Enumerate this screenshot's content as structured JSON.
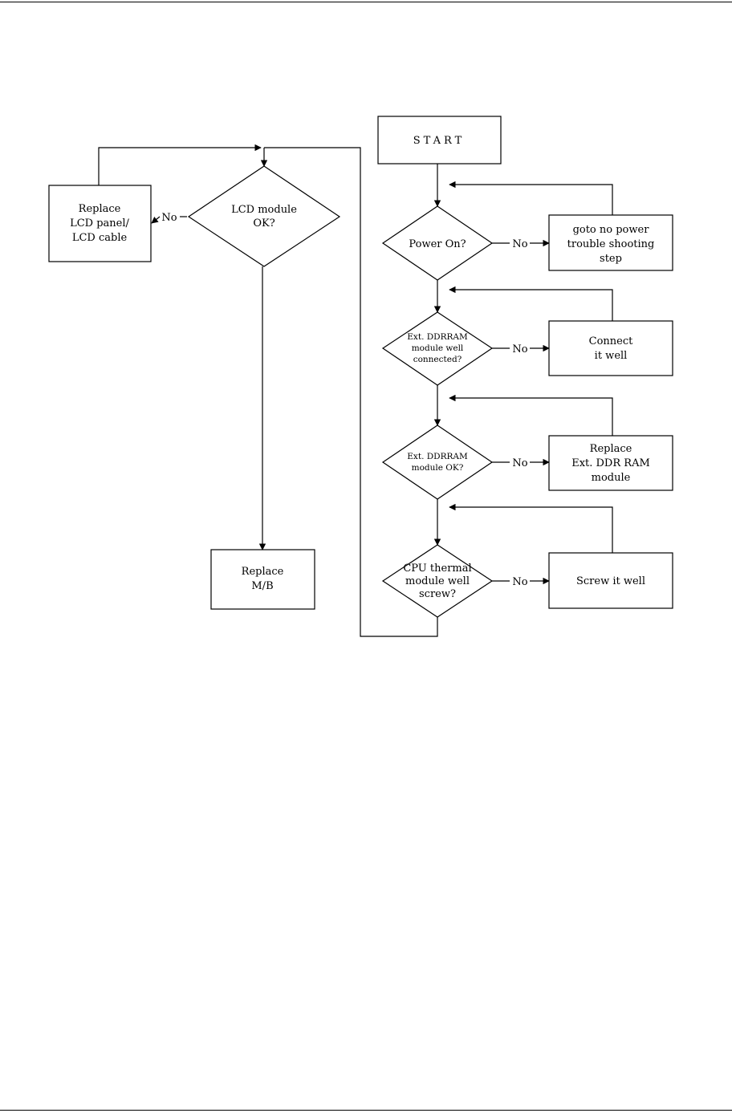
{
  "diagram": {
    "start": "START",
    "decisions": {
      "power_on": [
        "Power On?"
      ],
      "ext_ddrram_connected": [
        "Ext. DDRRAM",
        "module well",
        "connected?"
      ],
      "ext_ddrram_ok": [
        "Ext. DDRRAM",
        "module OK?"
      ],
      "cpu_thermal": [
        "CPU thermal",
        "module well",
        "screw?"
      ],
      "lcd_module": [
        "LCD module",
        "OK?"
      ]
    },
    "actions": {
      "no_power": [
        "goto no power",
        "trouble shooting",
        "step"
      ],
      "connect": [
        "Connect",
        "it well"
      ],
      "replace_ddr": [
        "Replace",
        "Ext. DDR RAM",
        "module"
      ],
      "screw": [
        "Screw it well"
      ],
      "replace_lcd": [
        "Replace",
        "LCD panel/",
        "LCD cable"
      ],
      "replace_mb": [
        "Replace",
        "M/B"
      ]
    },
    "edge_labels": {
      "no": "No"
    }
  }
}
